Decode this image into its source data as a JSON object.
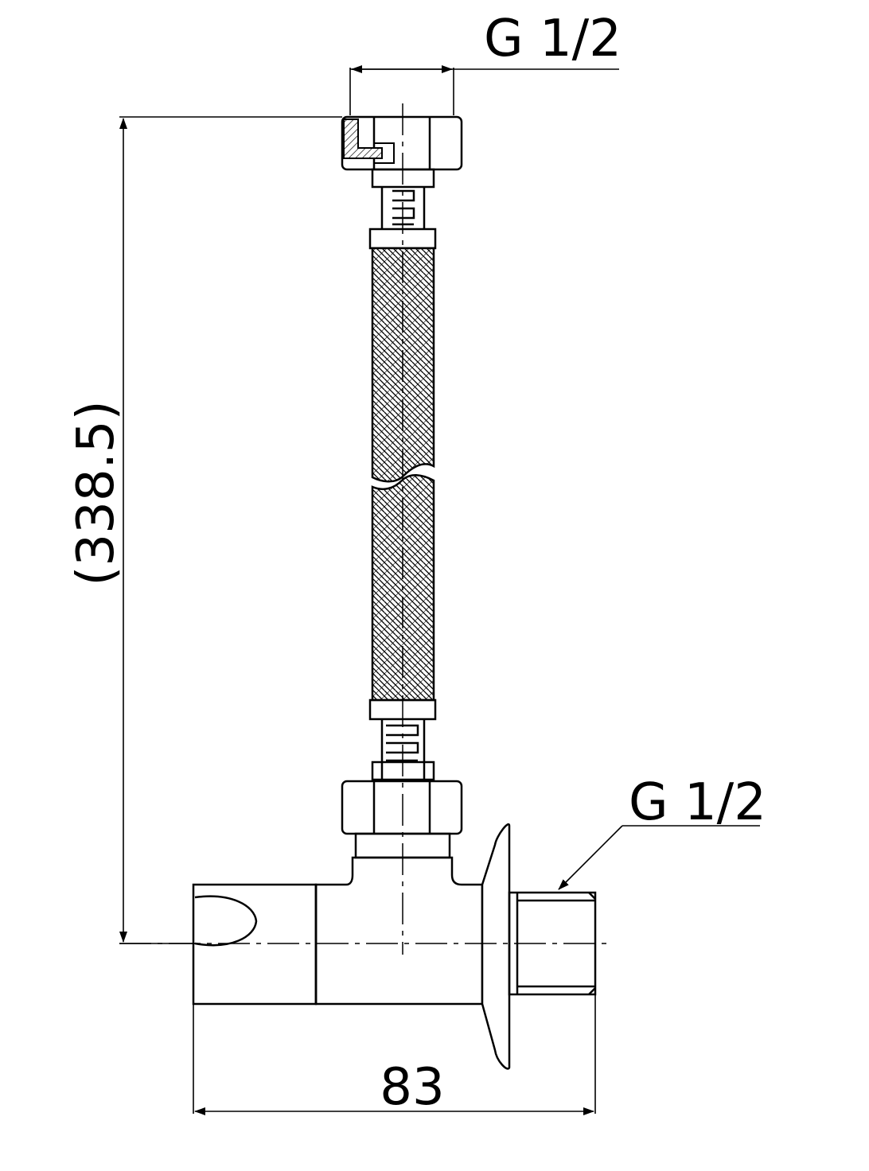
{
  "dimensions": {
    "top_thread": "G 1/2",
    "side_thread": "G 1/2",
    "overall_height": "(338.5)",
    "overall_width": "83"
  },
  "colors": {
    "line": "#000000",
    "background": "#ffffff"
  }
}
